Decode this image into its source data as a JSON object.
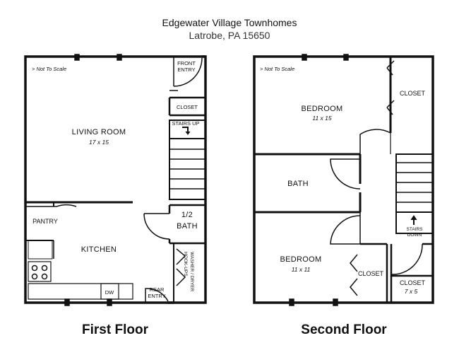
{
  "header": {
    "title": "Edgewater Village Townhomes",
    "subtitle": "Latrobe, PA 15650"
  },
  "first_floor": {
    "label": "First Floor",
    "note": "> Not To Scale",
    "living_room": {
      "name": "LIVING ROOM",
      "dim": "17 x 15"
    },
    "front_entry": [
      "FRONT",
      "ENTRY"
    ],
    "closet": "CLOSET",
    "stairs_up": "STAIRS UP",
    "half_bath": [
      "1/2",
      "BATH"
    ],
    "pantry": "PANTRY",
    "kitchen": "KITCHEN",
    "washer_dryer": [
      "WASHER / DRYER",
      "HOOK-UPS"
    ],
    "dw": "DW",
    "rear_entry": [
      "REAR",
      "ENTRY"
    ]
  },
  "second_floor": {
    "label": "Second Floor",
    "note": "> Not To Scale",
    "bedroom1": {
      "name": "BEDROOM",
      "dim": "11 x 15"
    },
    "closet1": "CLOSET",
    "bath": "BATH",
    "stairs_down": [
      "STAIRS",
      "DOWN"
    ],
    "bedroom2": {
      "name": "BEDROOM",
      "dim": "11 x 11"
    },
    "closet2": "CLOSET",
    "closet3": {
      "name": "CLOSET",
      "dim": "7 x 5"
    }
  }
}
